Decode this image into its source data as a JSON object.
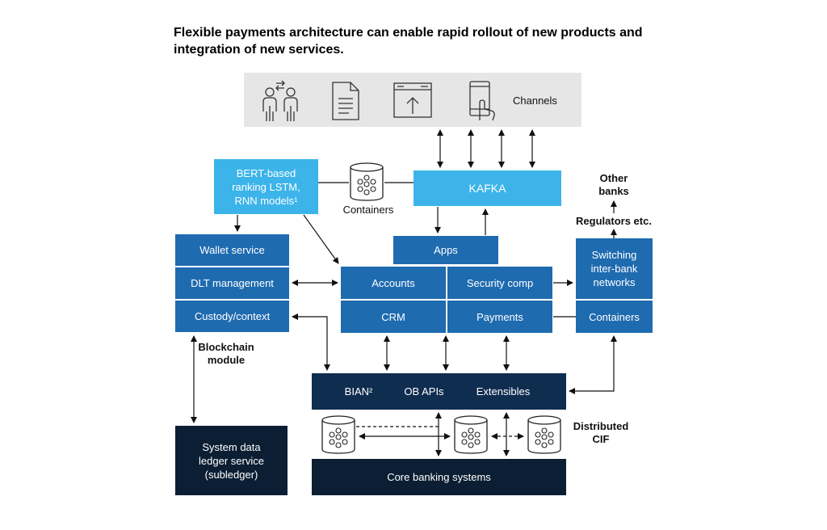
{
  "title": "Flexible payments architecture can enable rapid rollout of new products and integration of new services.",
  "channels": {
    "label": "Channels",
    "icons": [
      "people-exchange-icon",
      "document-icon",
      "browser-upload-icon",
      "mobile-touch-icon"
    ]
  },
  "ml_models": {
    "line1": "BERT-based",
    "line2": "ranking LSTM,",
    "line3": "RNN models¹"
  },
  "containers_label": "Containers",
  "kafka": "KAFKA",
  "other_banks": {
    "line1": "Other",
    "line2": "banks"
  },
  "regulators": "Regulators etc.",
  "blockchain_module": {
    "wallet": "Wallet service",
    "dlt": "DLT management",
    "custody": "Custody/context",
    "label_line1": "Blockchain",
    "label_line2": "module"
  },
  "apps": "Apps",
  "core_services": {
    "accounts": "Accounts",
    "security": "Security comp",
    "crm": "CRM",
    "payments": "Payments"
  },
  "switching": {
    "line1": "Switching",
    "line2": "inter-bank",
    "line3": "networks",
    "containers": "Containers"
  },
  "api_layer": {
    "bian": "BIAN²",
    "ob_apis": "OB APIs",
    "extensibles": "Extensibles"
  },
  "distributed_cif": {
    "line1": "Distributed",
    "line2": "CIF"
  },
  "subledger": {
    "line1": "System data",
    "line2": "ledger service",
    "line3": "(subledger)"
  },
  "core_banking": "Core banking systems",
  "colors": {
    "blue": "#1f6bb0",
    "light_blue": "#3cb4ea",
    "navy": "#0f2d4f",
    "dark": "#0b1e33",
    "gray": "#e6e6e6"
  }
}
